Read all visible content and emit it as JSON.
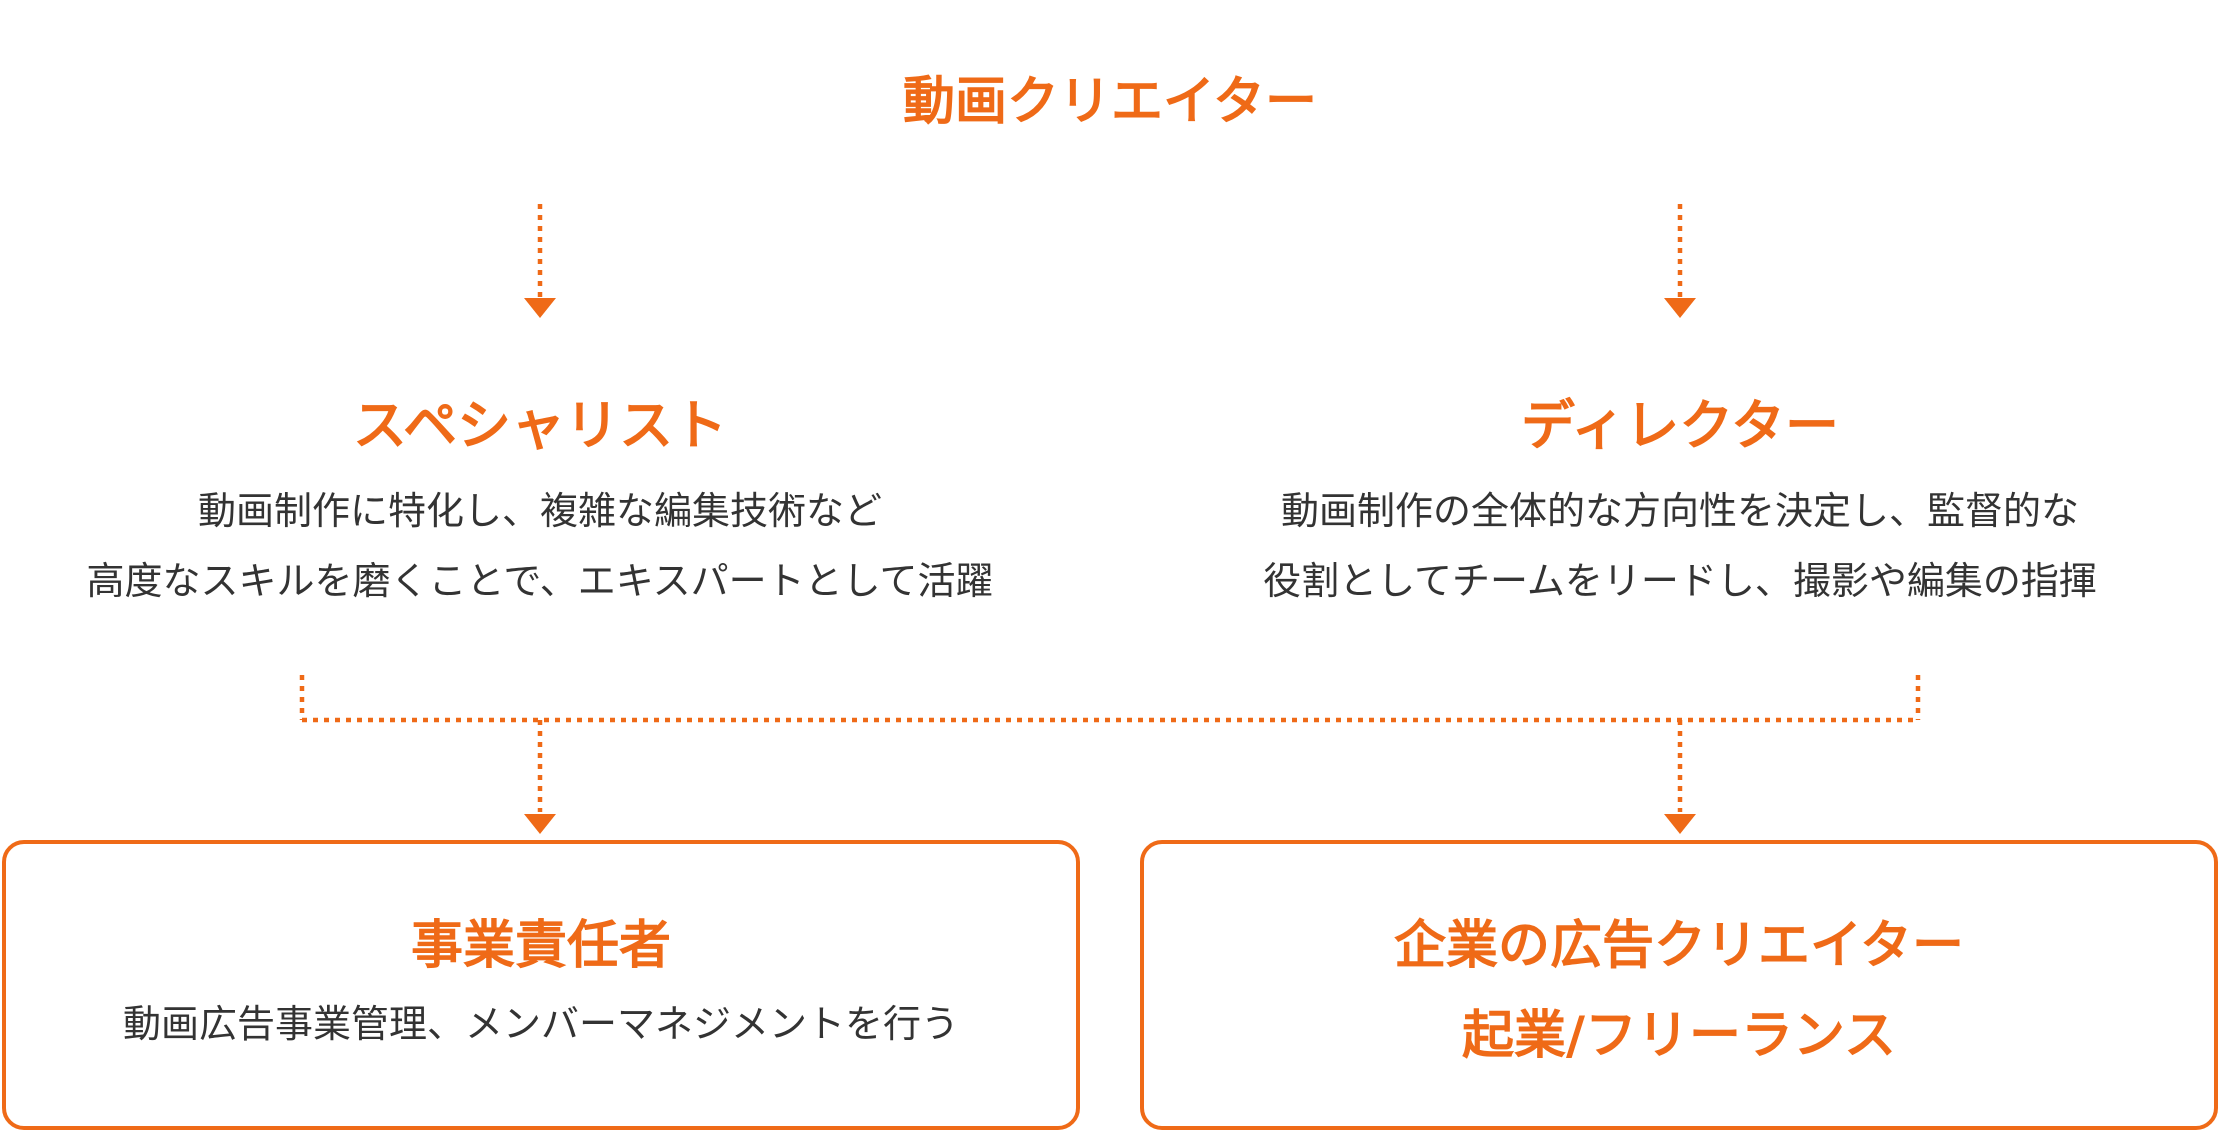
{
  "colors": {
    "accent": "#ef6a17",
    "text": "#333333",
    "background": "#ffffff"
  },
  "top": {
    "title": "動画クリエイター"
  },
  "specialist": {
    "title": "スペシャリスト",
    "desc_line1": "動画制作に特化し、複雑な編集技術など",
    "desc_line2": "高度なスキルを磨くことで、エキスパートとして活躍"
  },
  "director": {
    "title": "ディレクター",
    "desc_line1": "動画制作の全体的な方向性を決定し、監督的な",
    "desc_line2": "役割としてチームをリードし、撮影や編集の指揮"
  },
  "business_box": {
    "title": "事業責任者",
    "desc": "動画広告事業管理、メンバーマネジメントを行う"
  },
  "creator_box": {
    "title_line1": "企業の広告クリエイター",
    "title_line2": "起業/フリーランス"
  },
  "connectors": [
    {
      "from": "動画クリエイター",
      "to": "スペシャリスト",
      "style": "dotted-arrow"
    },
    {
      "from": "動画クリエイター",
      "to": "ディレクター",
      "style": "dotted-arrow"
    },
    {
      "from": "スペシャリスト",
      "to": "事業責任者",
      "style": "dotted-arrow"
    },
    {
      "from": "スペシャリスト",
      "to": "企業の広告クリエイター",
      "style": "dotted-arrow"
    },
    {
      "from": "ディレクター",
      "to": "事業責任者",
      "style": "dotted-arrow"
    },
    {
      "from": "ディレクター",
      "to": "企業の広告クリエイター",
      "style": "dotted-arrow"
    }
  ]
}
